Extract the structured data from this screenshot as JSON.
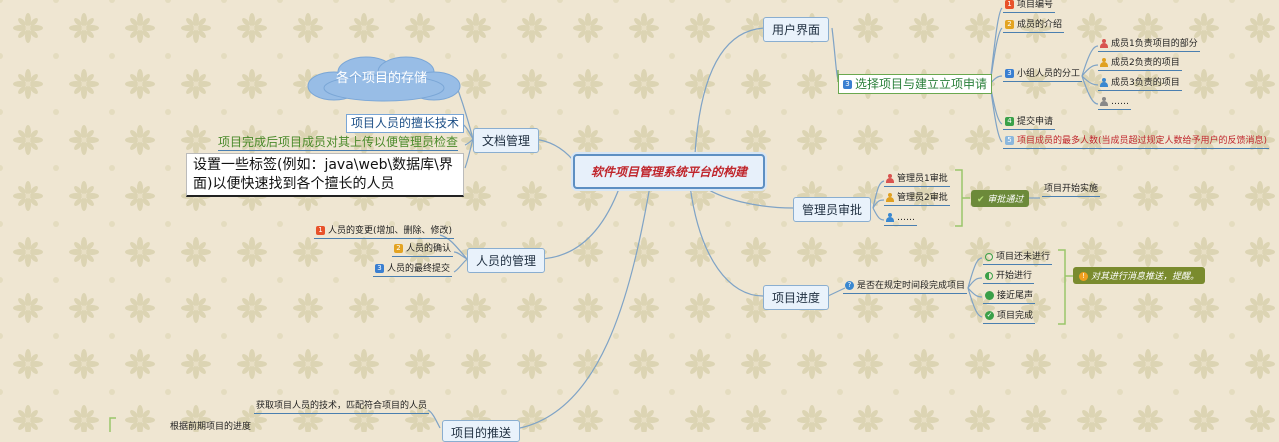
{
  "center": "软件项目管理系统平台的构建",
  "left": {
    "doc": {
      "label": "文档管理",
      "cloud": "各个项目的存储",
      "skill": "项目人员的擅长技术",
      "upload": "项目完成后项目成员对其上传以便管理员检查",
      "note": "设置一些标签(例如：java\\web\\数据库\\界面)以便快速找到各个擅长的人员"
    },
    "people": {
      "label": "人员的管理",
      "items": [
        {
          "badge": "1",
          "text": "人员的变更(增加、删除、修改)"
        },
        {
          "badge": "2",
          "text": "人员的确认"
        },
        {
          "badge": "3",
          "text": "人员的最终提交"
        }
      ]
    },
    "partial": {
      "label": "项目的推送",
      "items": [
        "获取项目人员的技术，匹配符合项目的人员",
        "根据前期项目的进度"
      ]
    }
  },
  "right": {
    "user": {
      "label": "用户界面",
      "sub": "选择项目与建立立项申请",
      "sub_badge": "3",
      "items": [
        {
          "badge": "1",
          "text": "项目编号"
        },
        {
          "badge": "2",
          "text": "成员的介绍"
        },
        {
          "badge": "3",
          "text": "小组人员的分工"
        },
        {
          "badge": "4",
          "text": "提交申请"
        },
        {
          "badge": "5",
          "text": "项目成员的最多人数(当成员超过规定人数给予用户的反馈消息)"
        }
      ],
      "division": [
        "成员1负责项目的部分",
        "成员2负责的项目",
        "成员3负责的项目",
        "……"
      ]
    },
    "admin": {
      "label": "管理员审批",
      "items": [
        "管理员1审批",
        "管理员2审批",
        "……"
      ],
      "tag": "审批通过",
      "result": "项目开始实施"
    },
    "progress": {
      "label": "项目进度",
      "question": "是否在规定时间段完成项目",
      "states": [
        "项目还未进行",
        "开始进行",
        "接近尾声",
        "项目完成"
      ],
      "tag": "对其进行消息推送，提醒。"
    }
  },
  "colors": {
    "center_text": "#c0262c",
    "green_line": "#6aa84f",
    "red_text": "#c0262c",
    "tag_green": "#6c8a3a",
    "tag_olive": "#7a8b2e"
  }
}
